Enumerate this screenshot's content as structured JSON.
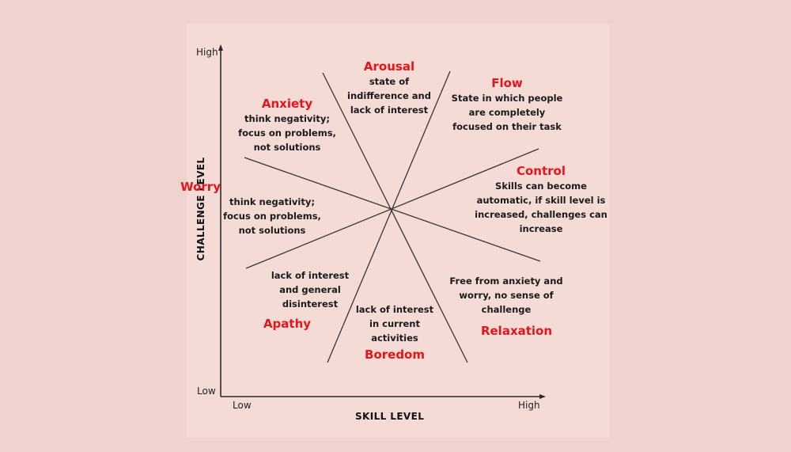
{
  "axes": {
    "y_title": "CHALLENGE LEVEL",
    "x_title": "SKILL LEVEL",
    "y_high": "High",
    "y_low": "Low",
    "x_low": "Low",
    "x_high": "High"
  },
  "regions": {
    "arousal": {
      "name": "Arousal",
      "desc": "state of\nindifference and\nlack of interest"
    },
    "flow": {
      "name": "Flow",
      "desc": "State in which people\nare completely\nfocused on their task"
    },
    "anxiety": {
      "name": "Anxiety",
      "desc": "think negativity;\nfocus on problems,\nnot solutions"
    },
    "control": {
      "name": "Control",
      "desc": "Skills can become\nautomatic, if skill level is\nincreased, challenges can\nincrease"
    },
    "worry": {
      "name": "Worry",
      "desc": "think negativity;\nfocus on problems,\nnot solutions"
    },
    "apathy": {
      "name": "Apathy",
      "desc": "lack of interest\nand general\ndisinterest"
    },
    "relaxation": {
      "name": "Relaxation",
      "desc": "Free from anxiety and\nworry, no sense of\nchallenge"
    },
    "boredom": {
      "name": "Boredom",
      "desc": "lack of interest\nin current\nactivities"
    }
  },
  "colors": {
    "state_label": "#e8141b",
    "text": "#1b1b1b",
    "background": "#eed3cf",
    "panel": "#f5dbd6",
    "lines": "#3a3434"
  }
}
